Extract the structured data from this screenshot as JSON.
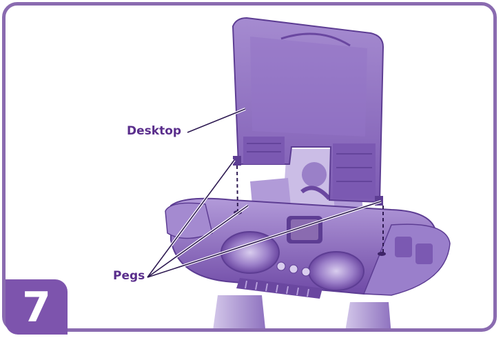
{
  "step": {
    "number": "7"
  },
  "labels": {
    "desktop": "Desktop",
    "pegs": "Pegs"
  },
  "colors": {
    "frame_border": "#8a6bb0",
    "desk_body": "#8d6cc0",
    "desk_dark": "#6a47a0",
    "desk_light": "#b7a0dc",
    "label_text": "#5a2e8c",
    "badge": "#7d54ad"
  }
}
